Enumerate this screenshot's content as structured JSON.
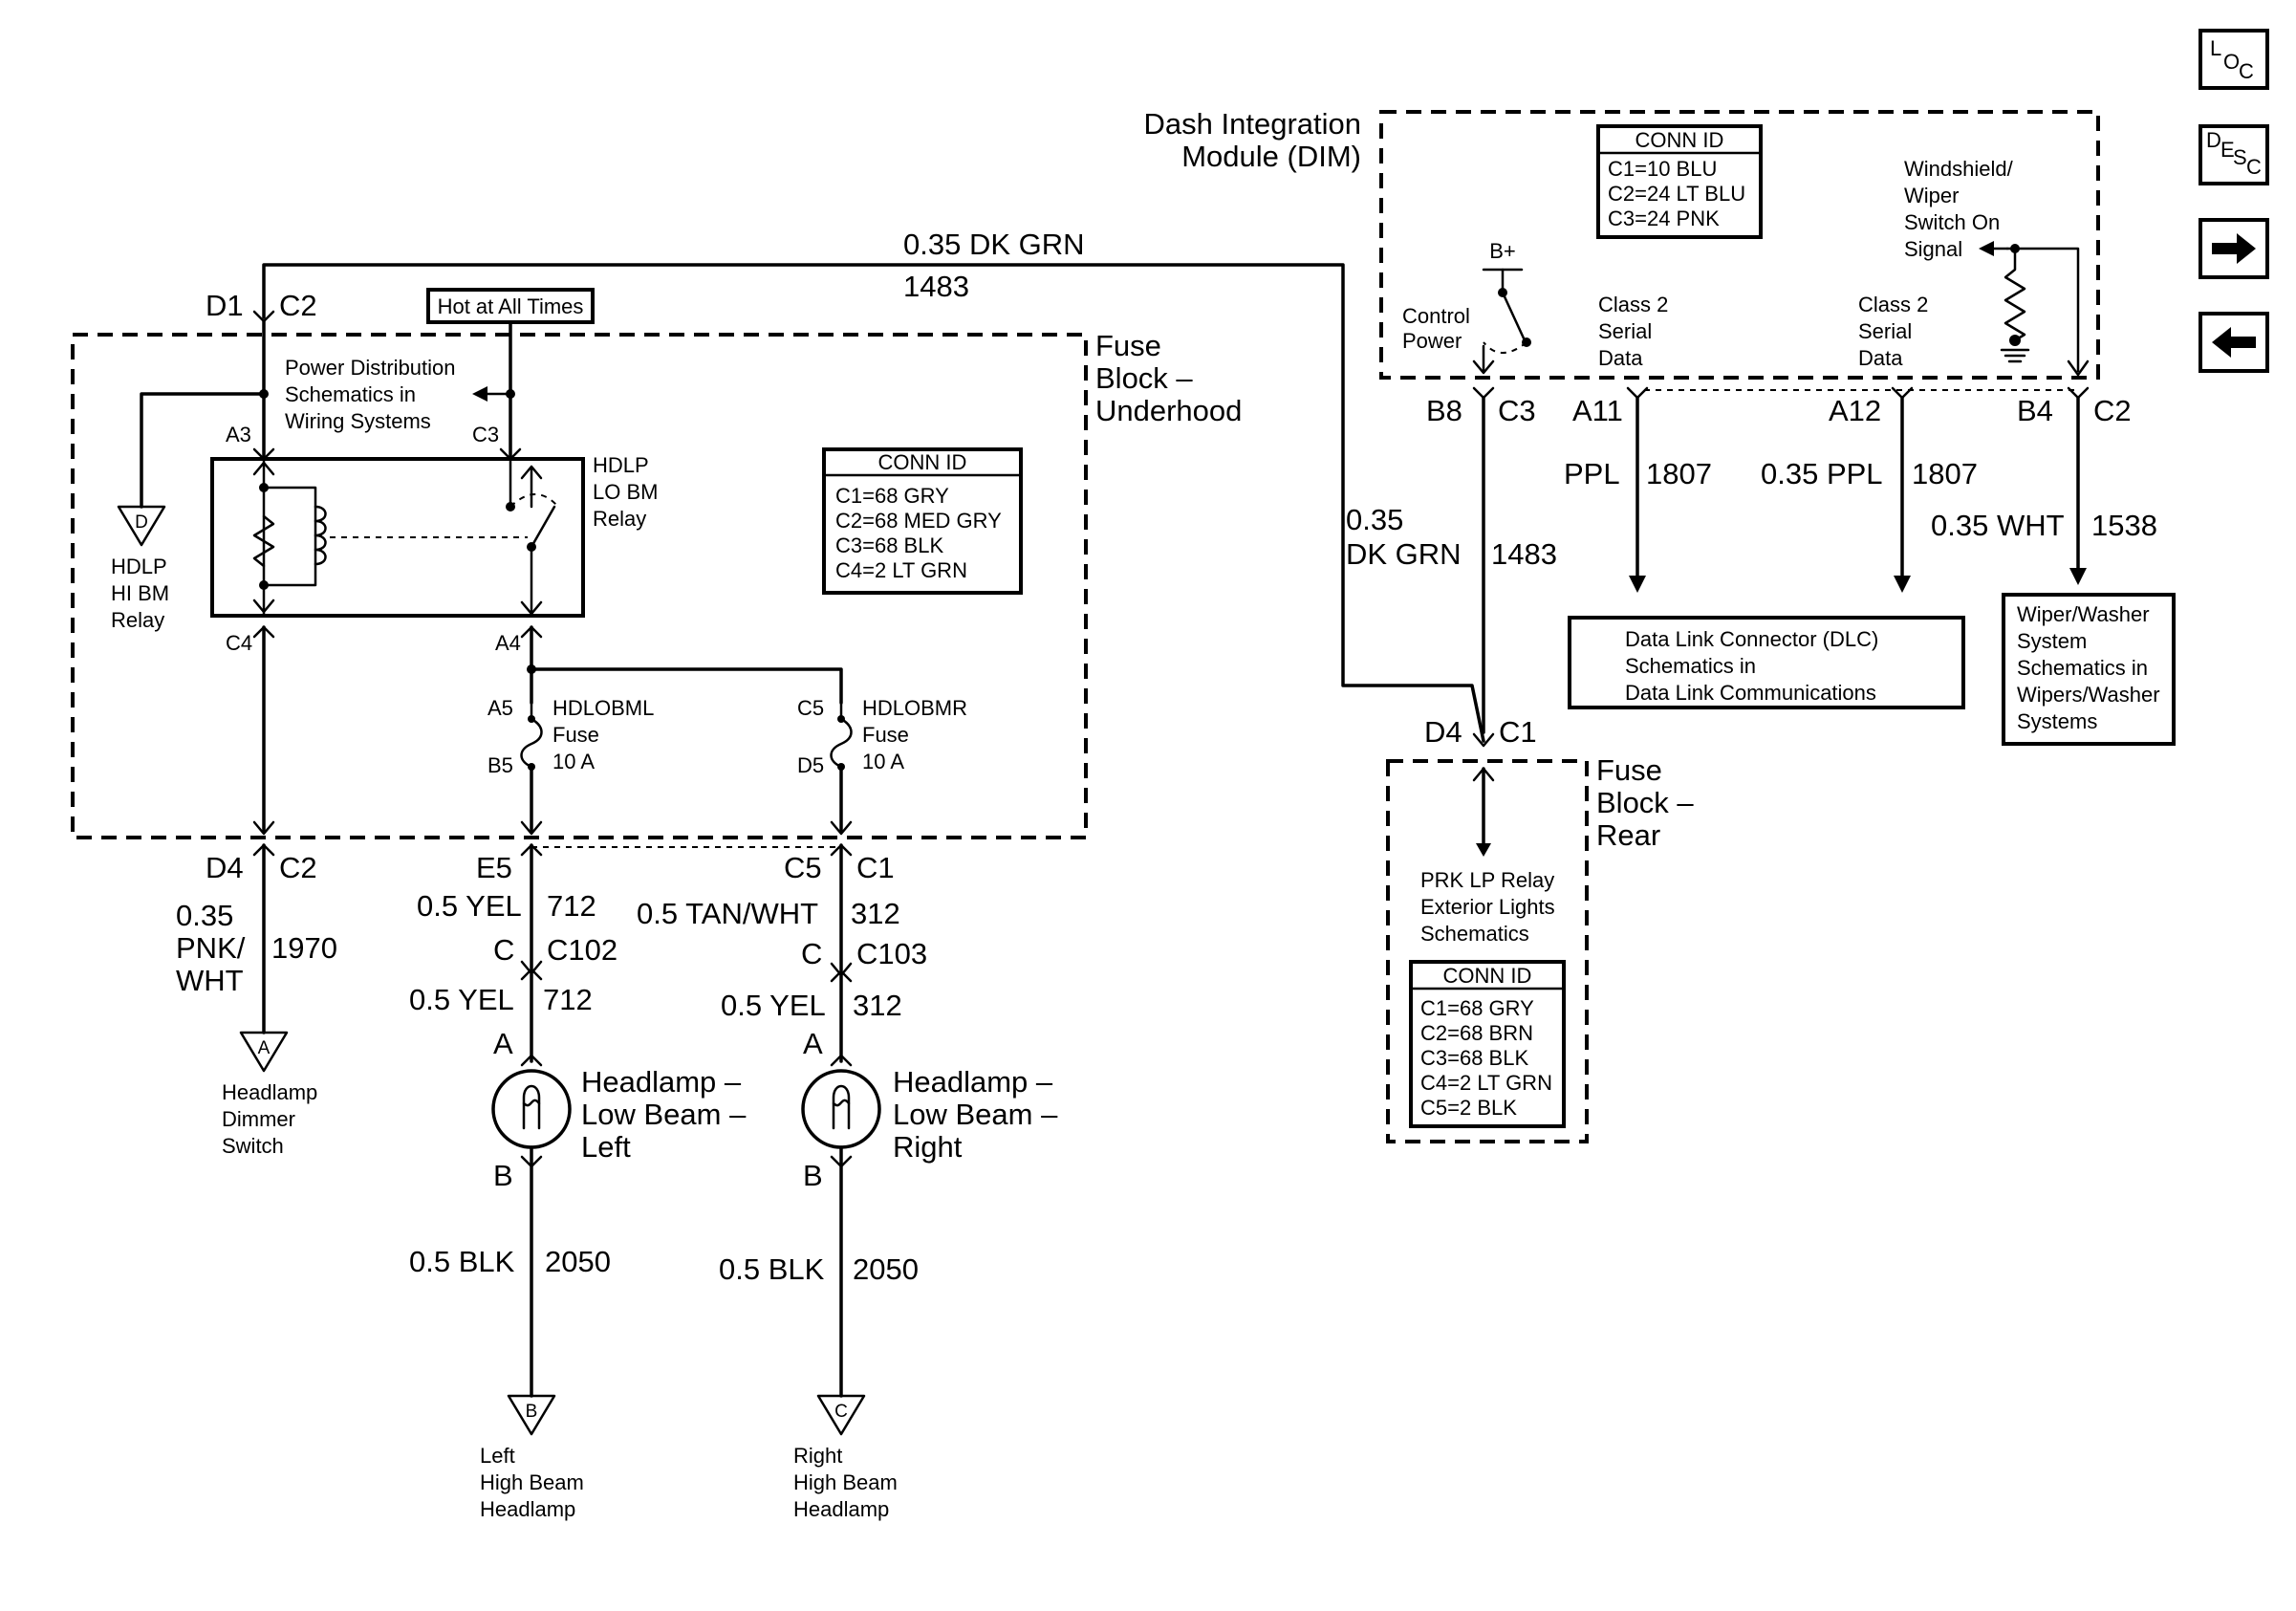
{
  "nav": {
    "loc": [
      "L",
      "O",
      "C"
    ],
    "desc": [
      "D",
      "E",
      "S",
      "C"
    ],
    "next_icon": "arrow-right-icon",
    "prev_icon": "arrow-left-icon"
  },
  "dim": {
    "title1": "Dash Integration",
    "title2": "Module (DIM)",
    "conn_title": "CONN ID",
    "conn": [
      "C1=10 BLU",
      "C2=24 LT BLU",
      "C3=24 PNK"
    ],
    "bplus": "B+",
    "control_power": [
      "Control",
      "Power"
    ],
    "class2_a": [
      "Class 2",
      "Serial",
      "Data"
    ],
    "class2_b": [
      "Class 2",
      "Serial",
      "Data"
    ],
    "wiper_signal": [
      "Windshield/",
      "Wiper",
      "Switch On",
      "Signal"
    ],
    "pins": {
      "b8": "B8",
      "c3": "C3",
      "a11": "A11",
      "a12": "A12",
      "b4": "B4",
      "c2": "C2"
    }
  },
  "top_wire": {
    "gauge": "0.35 DK GRN",
    "circuit": "1483"
  },
  "underhood": {
    "title": [
      "Fuse",
      "Block –",
      "Underhood"
    ],
    "hot": "Hot at All Times",
    "d1": "D1",
    "c2": "C2",
    "power_dist": [
      "Power Distribution",
      "Schematics in",
      "Wiring Systems"
    ],
    "a3": "A3",
    "c3": "C3",
    "c4": "C4",
    "a4": "A4",
    "relay": [
      "HDLP",
      "LO BM",
      "Relay"
    ],
    "hi_relay": [
      "HDLP",
      "HI BM",
      "Relay"
    ],
    "conn_title": "CONN ID",
    "conn": [
      "C1=68 GRY",
      "C2=68 MED GRY",
      "C3=68 BLK",
      "C4=2 LT GRN"
    ],
    "fuse_left": {
      "in": "A5",
      "out": "B5",
      "label": [
        "HDLOBML",
        "Fuse",
        "10 A"
      ]
    },
    "fuse_right": {
      "in": "C5",
      "out": "D5",
      "label": [
        "HDLOBMR",
        "Fuse",
        "10 A"
      ]
    }
  },
  "offpage": {
    "d": "D",
    "a": "A",
    "b": "B",
    "c": "C"
  },
  "lower": {
    "d4": "D4",
    "c2": "C2",
    "pnk_gauge": [
      "0.35",
      "PNK/",
      "WHT"
    ],
    "pnk_circuit": "1970",
    "dimmer": [
      "Headlamp",
      "Dimmer",
      "Switch"
    ],
    "e5": "E5",
    "c5": "C5",
    "c1": "C1",
    "yel_gauge": "0.5 YEL",
    "yel_circuit": "712",
    "tan_gauge": "0.5 TAN/WHT",
    "tan_circuit": "312",
    "c102_pin": "C",
    "c102": "C102",
    "c103_pin": "C",
    "c103": "C103",
    "yel2_gauge": "0.5 YEL",
    "yel2_circuit": "712",
    "yel3_gauge": "0.5 YEL",
    "yel3_circuit": "312",
    "lamp_left_pin_a": "A",
    "lamp_left_pin_b": "B",
    "lamp_right_pin_a": "A",
    "lamp_right_pin_b": "B",
    "lamp_left": [
      "Headlamp –",
      "Low Beam –",
      "Left"
    ],
    "lamp_right": [
      "Headlamp –",
      "Low Beam –",
      "Right"
    ],
    "blk_left": "0.5 BLK",
    "blk_left_circuit": "2050",
    "blk_right": "0.5 BLK",
    "blk_right_circuit": "2050",
    "left_high": [
      "Left",
      "High Beam",
      "Headlamp"
    ],
    "right_high": [
      "Right",
      "High Beam",
      "Headlamp"
    ]
  },
  "middle": {
    "gauge": [
      "0.35",
      "DK GRN"
    ],
    "circuit": "1483",
    "d4": "D4",
    "c1": "C1"
  },
  "rear": {
    "title": [
      "Fuse",
      "Block –",
      "Rear"
    ],
    "prk": [
      "PRK LP Relay",
      "Exterior Lights",
      "Schematics"
    ],
    "conn_title": "CONN ID",
    "conn": [
      "C1=68 GRY",
      "C2=68 BRN",
      "C3=68 BLK",
      "C4=2 LT GRN",
      "C5=2 BLK"
    ]
  },
  "data_link": {
    "ppl_gauge": "PPL",
    "ppl_circuit": "1807",
    "ppl2_gauge": "0.35 PPL",
    "ppl2_circuit": "1807",
    "dlc": [
      "Data Link Connector (DLC)",
      "Schematics in",
      "Data Link Communications"
    ]
  },
  "wiper": {
    "gauge": "0.35 WHT",
    "circuit": "1538",
    "box": [
      "Wiper/Washer",
      "System",
      "Schematics in",
      "Wipers/Washer",
      "Systems"
    ]
  }
}
